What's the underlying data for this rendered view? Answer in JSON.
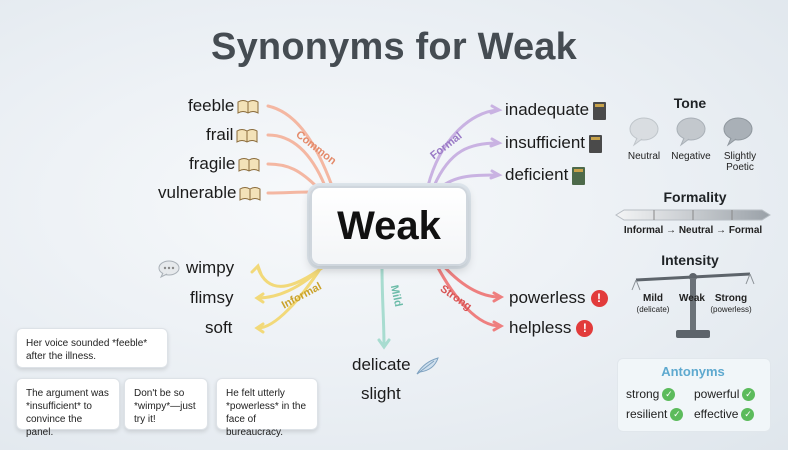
{
  "title": "Synonyms for Weak",
  "center": "Weak",
  "branches": {
    "common": {
      "label": "Common",
      "color": "#f4b7a2",
      "words": [
        "feeble",
        "frail",
        "fragile",
        "vulnerable"
      ]
    },
    "formal": {
      "label": "Formal",
      "color": "#c9b2e2",
      "words": [
        "inadequate",
        "insufficient",
        "deficient"
      ]
    },
    "informal": {
      "label": "Informal",
      "color": "#f2d979",
      "words": [
        "wimpy",
        "flimsy",
        "soft"
      ]
    },
    "mild": {
      "label": "Mild",
      "color": "#a8dcd0",
      "words": [
        "delicate",
        "slight"
      ]
    },
    "strong": {
      "label": "Strong",
      "color": "#ee7f7f",
      "words": [
        "powerless",
        "helpless"
      ]
    }
  },
  "examples": [
    {
      "text": "Her voice sounded *feeble* after the illness."
    },
    {
      "text": "The argument was *insufficient* to convince the panel."
    },
    {
      "text": "Don't be so *wimpy*—just try it!"
    },
    {
      "text": "He felt utterly *powerless* in the face of bureaucracy."
    }
  ],
  "tone": {
    "title": "Tone",
    "items": [
      "Neutral",
      "Negative",
      "Slightly Poetic"
    ]
  },
  "formality": {
    "title": "Formality",
    "scale": "Informal → Neutral → Formal"
  },
  "intensity": {
    "title": "Intensity",
    "left": {
      "label": "Mild",
      "sub": "(delicate)"
    },
    "middle": "Weak",
    "right": {
      "label": "Strong",
      "sub": "(powerless)"
    }
  },
  "antonyms": {
    "title": "Antonyms",
    "words": [
      "strong",
      "powerful",
      "resilient",
      "effective"
    ],
    "accent": "#5ea9cf"
  }
}
